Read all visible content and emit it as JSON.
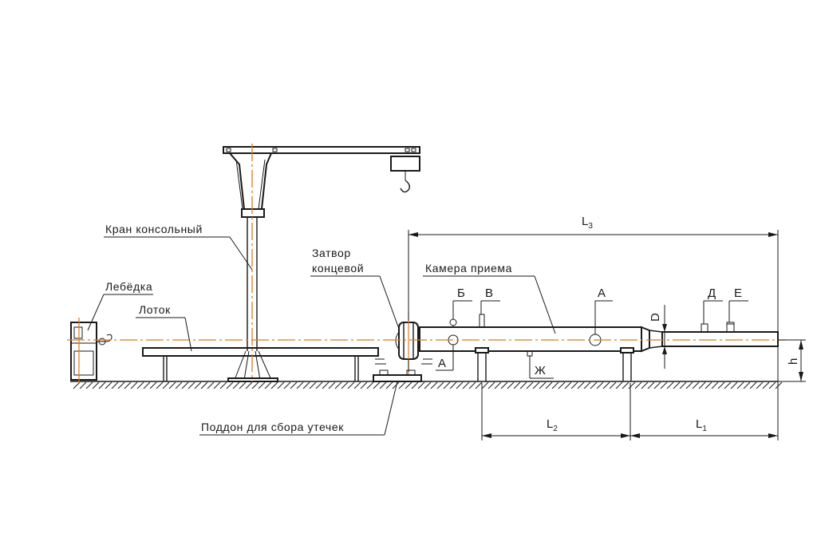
{
  "labels": {
    "crane": "Кран консольный",
    "winch": "Лебёдка",
    "tray": "Лоток",
    "closure_line1": "Затвор",
    "closure_line2": "концевой",
    "chamber": "Камера приема",
    "pan": "Поддон для сбора утечек",
    "mark_b": "Б",
    "mark_v": "В",
    "mark_a_top": "А",
    "mark_a_bottom": "А",
    "mark_d_upper": "Д",
    "mark_e": "Е",
    "mark_zh": "Ж"
  },
  "dimensions": {
    "l3": "L",
    "l3_sub": "3",
    "l2": "L",
    "l2_sub": "2",
    "l1": "L",
    "l1_sub": "1",
    "d": "D",
    "h": "h"
  },
  "colors": {
    "line": "#1a1a1a",
    "axis": "#e07a1e"
  }
}
